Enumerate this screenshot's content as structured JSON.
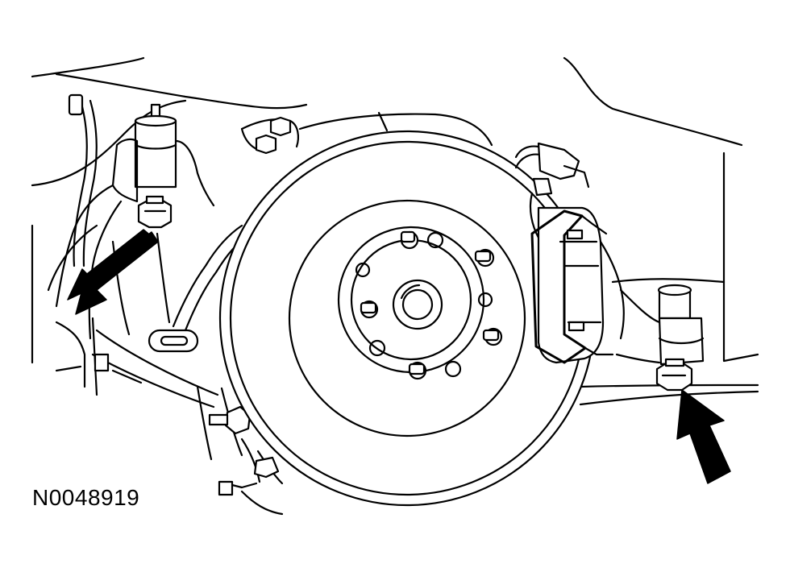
{
  "figure": {
    "id": "N0048919"
  },
  "colors": {
    "line": "#000000",
    "background": "#ffffff"
  },
  "arrows": [
    {
      "target": "left-shock-mounting-nut"
    },
    {
      "target": "right-shock-mounting-nut"
    }
  ]
}
